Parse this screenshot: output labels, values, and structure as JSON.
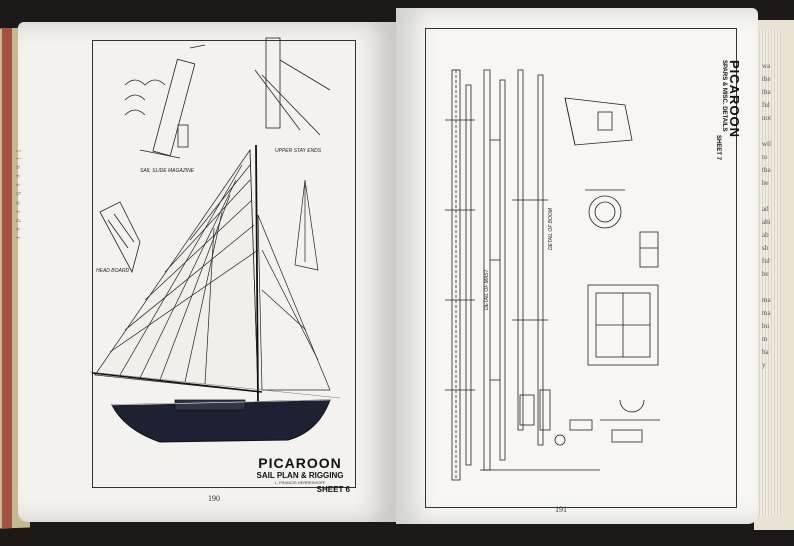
{
  "left_page": {
    "title": "PICAROON",
    "subtitle": "SAIL PLAN & RIGGING",
    "designer_line": "L. FRANCIS HERRESHOFF",
    "sheet_label": "SHEET 6",
    "page_number": "190",
    "captions": {
      "sail_slide_magazine": "SAIL SLIDE MAGAZINE",
      "upper_stay_ends": "UPPER STAY ENDS",
      "head_board": "HEAD BOARD"
    }
  },
  "right_page": {
    "title": "PICAROON",
    "subtitle": "SPARS & MISC. DETAILS",
    "sheet_label": "SHEET 7",
    "page_number": "191",
    "captions": {
      "detail_of_mast": "DETAIL OF MAST",
      "detail_of_boom": "DETAIL OF BOOM"
    }
  },
  "colors": {
    "page": "#f4f2ee",
    "hull": "#1d2233",
    "ink": "#222222",
    "background": "#1b1a18"
  }
}
